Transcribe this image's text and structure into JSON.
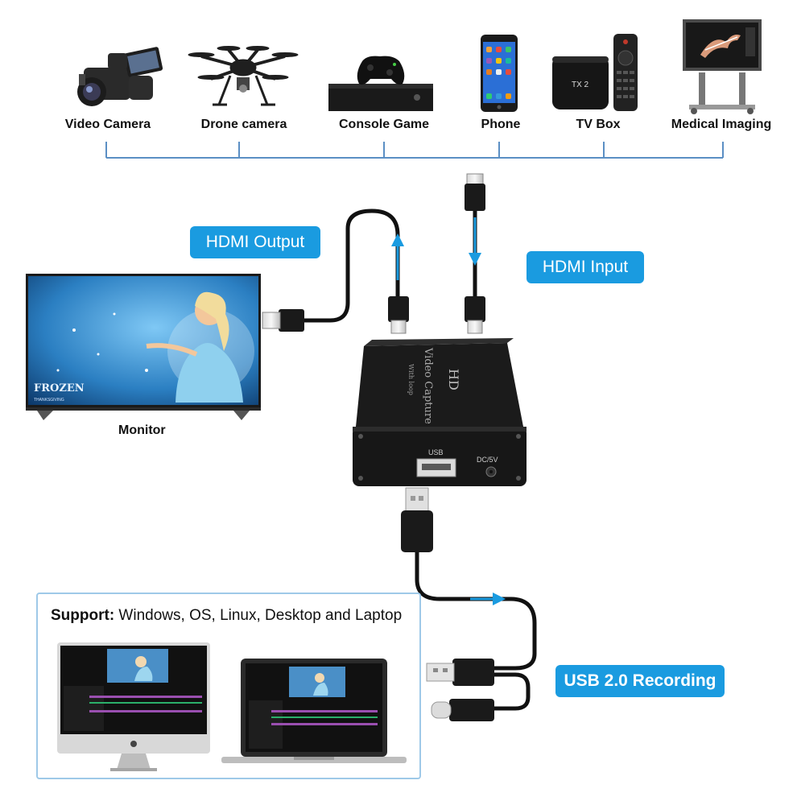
{
  "sources": [
    {
      "label": "Video Camera",
      "icon": "video-camera-icon"
    },
    {
      "label": "Drone camera",
      "icon": "drone-icon"
    },
    {
      "label": "Console Game",
      "icon": "game-console-icon"
    },
    {
      "label": "Phone",
      "icon": "phone-icon"
    },
    {
      "label": "TV Box",
      "icon": "tv-box-icon"
    },
    {
      "label": "Medical Imaging",
      "icon": "medical-imaging-icon"
    }
  ],
  "tv_box_brand": "TX 2",
  "monitor": {
    "label": "Monitor",
    "screen_title": "FROZEN",
    "screen_subtitle": "THANKSGIVING"
  },
  "tags": {
    "hdmi_output": "HDMI Output",
    "hdmi_input": "HDMI Input",
    "usb_recording": "USB 2.0 Recording"
  },
  "device": {
    "title": "HD",
    "subtitle": "Video Capture",
    "subtitle2": "With loop",
    "usb_port_label": "USB",
    "dc_port_label": "DC/5V"
  },
  "support": {
    "heading": "Support:",
    "text": " Windows, OS, Linux, Desktop and Laptop"
  },
  "colors": {
    "accent": "#1a9be0",
    "bracket": "#5b8fc4",
    "device_body": "#1b1b1b"
  }
}
